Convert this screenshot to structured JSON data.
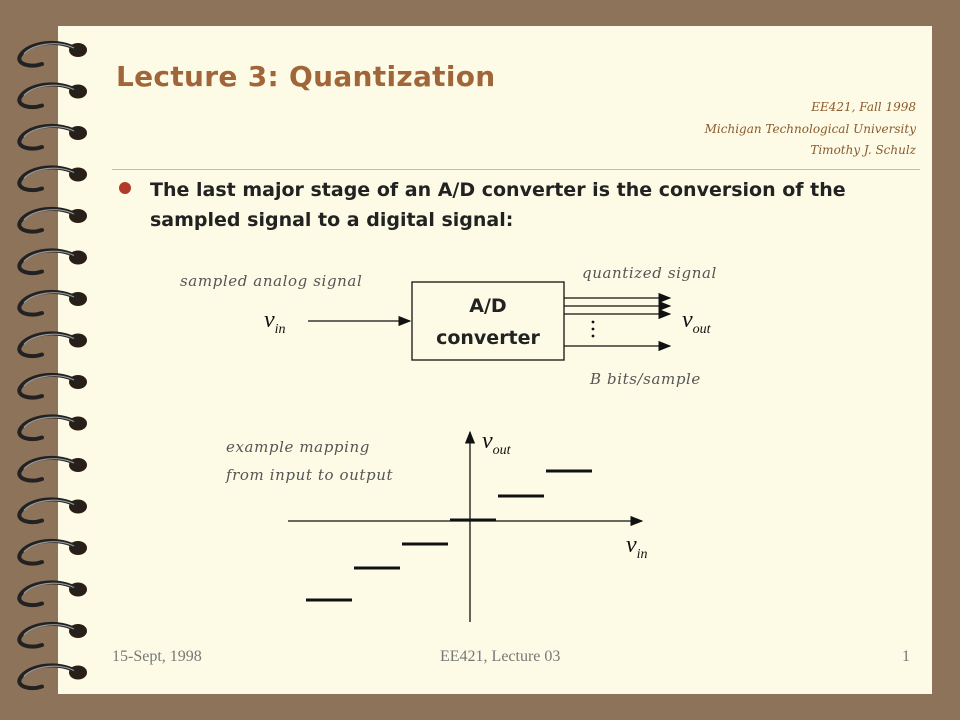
{
  "slide": {
    "title": "Lecture 3:  Quantization",
    "credit": [
      "EE421, Fall 1998",
      "Michigan Technological University",
      "Timothy J. Schulz"
    ],
    "bullet": "The last major stage of an A/D converter is the conversion of the sampled signal to a digital signal:"
  },
  "diagram": {
    "input_caption": "sampled analog signal",
    "output_caption": "quantized signal",
    "box_label": [
      "A/D",
      "converter"
    ],
    "input_var": "v",
    "input_sub": "in",
    "output_var": "v",
    "output_sub": "out",
    "bits_caption": "B bits/sample"
  },
  "mapping": {
    "caption": [
      "example mapping",
      "from input to output"
    ],
    "y_var": "v",
    "y_sub": "out",
    "x_var": "v",
    "x_sub": "in"
  },
  "footer": {
    "date": "15-Sept, 1998",
    "course": "EE421, Lecture 03",
    "page": "1"
  },
  "colors": {
    "background": "#8c735a",
    "page": "#fdfbe6",
    "title": "#a0663a",
    "bullet": "#b23a2a"
  }
}
